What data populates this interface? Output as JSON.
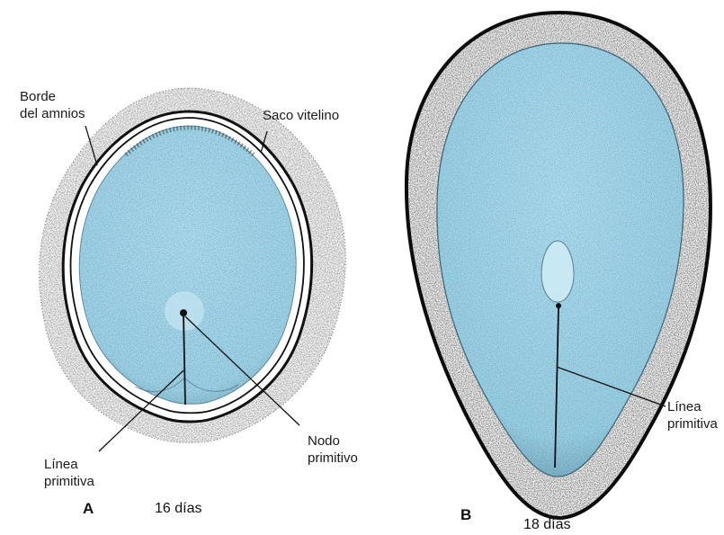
{
  "panels": [
    {
      "letter": "A",
      "age": "16 días",
      "labels": {
        "amnion_edge": [
          "Borde",
          "del amnios"
        ],
        "yolk_sac": "Saco vitelino",
        "primitive_line": [
          "Línea",
          "primitiva"
        ],
        "primitive_node": [
          "Nodo",
          "primitivo"
        ]
      }
    },
    {
      "letter": "B",
      "age": "18 días",
      "labels": {
        "primitive_line": [
          "Línea",
          "primitiva"
        ]
      }
    }
  ],
  "colors": {
    "embryonic_disc": "#a9dcf0",
    "stipple": "#1d1d1d",
    "outline": "#111111",
    "background": "#ffffff"
  }
}
